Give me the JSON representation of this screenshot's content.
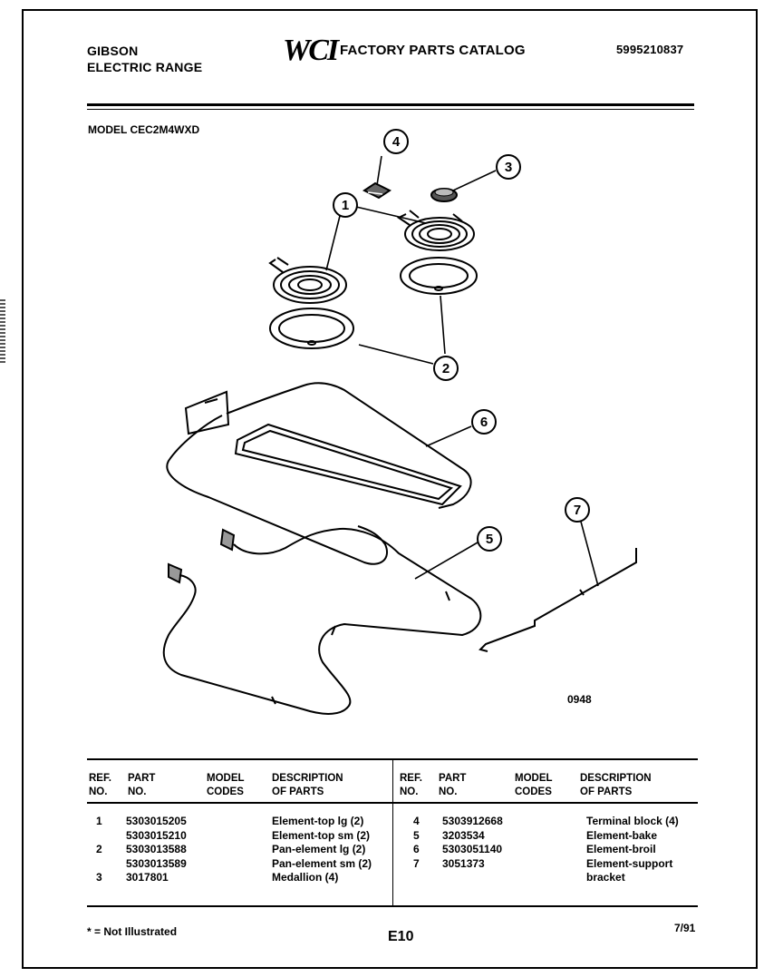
{
  "header": {
    "brand_line1": "GIBSON",
    "brand_line2": "ELECTRIC RANGE",
    "logo_text": "WCI",
    "catalog_title": "FACTORY PARTS CATALOG",
    "catalog_number": "5995210837",
    "model_label": "MODEL CEC2M4WXD"
  },
  "diagram": {
    "callouts": [
      "1",
      "2",
      "3",
      "4",
      "5",
      "6",
      "7"
    ],
    "drawing_number": "0948"
  },
  "table": {
    "headers": {
      "ref": [
        "REF.",
        "NO."
      ],
      "part": [
        "PART",
        "NO."
      ],
      "model": [
        "MODEL",
        "CODES"
      ],
      "desc": [
        "DESCRIPTION",
        "OF PARTS"
      ]
    },
    "left_rows": [
      {
        "ref": "1",
        "part": "5303015205",
        "model": "",
        "desc": "Element-top lg (2)"
      },
      {
        "ref": "",
        "part": "5303015210",
        "model": "",
        "desc": "Element-top sm (2)"
      },
      {
        "ref": "2",
        "part": "5303013588",
        "model": "",
        "desc": "Pan-element lg (2)"
      },
      {
        "ref": "",
        "part": "5303013589",
        "model": "",
        "desc": "Pan-element sm (2)"
      },
      {
        "ref": "3",
        "part": "3017801",
        "model": "",
        "desc": "Medallion (4)"
      }
    ],
    "right_rows": [
      {
        "ref": "4",
        "part": "5303912668",
        "model": "",
        "desc": "Terminal block (4)"
      },
      {
        "ref": "5",
        "part": "3203534",
        "model": "",
        "desc": "Element-bake"
      },
      {
        "ref": "6",
        "part": "5303051140",
        "model": "",
        "desc": "Element-broil"
      },
      {
        "ref": "7",
        "part": "3051373",
        "model": "",
        "desc": "Element-support"
      },
      {
        "ref": "",
        "part": "",
        "model": "",
        "desc": "bracket"
      }
    ]
  },
  "footer": {
    "note": "* = Not Illustrated",
    "page": "E10",
    "date": "7/91"
  }
}
